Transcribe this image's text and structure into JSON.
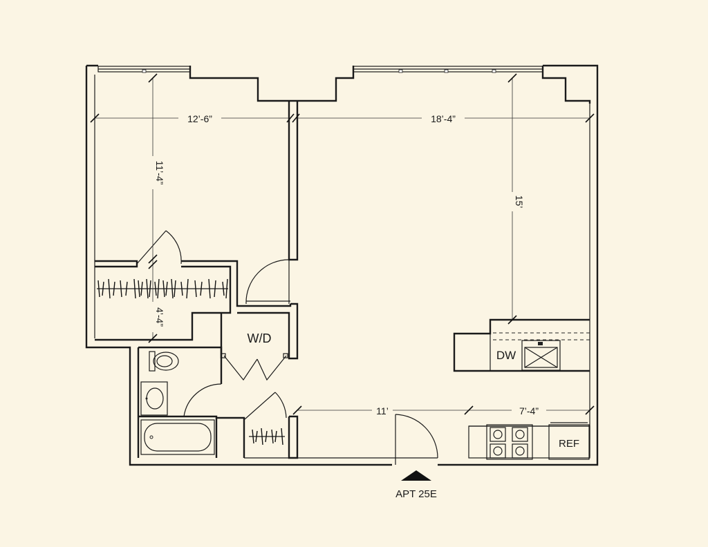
{
  "plan": {
    "unit_label": "APT 25E",
    "dimensions": {
      "bedroom_width": "12’-6”",
      "living_width": "18’-4”",
      "bedroom_depth": "11’-4”",
      "closet_depth": "4’-4”",
      "living_depth": "15’",
      "foyer_width": "11’",
      "kitchen_width": "7’-4”"
    },
    "fixtures": {
      "washer_dryer": "W/D",
      "dishwasher": "DW",
      "refrigerator": "REF"
    }
  }
}
